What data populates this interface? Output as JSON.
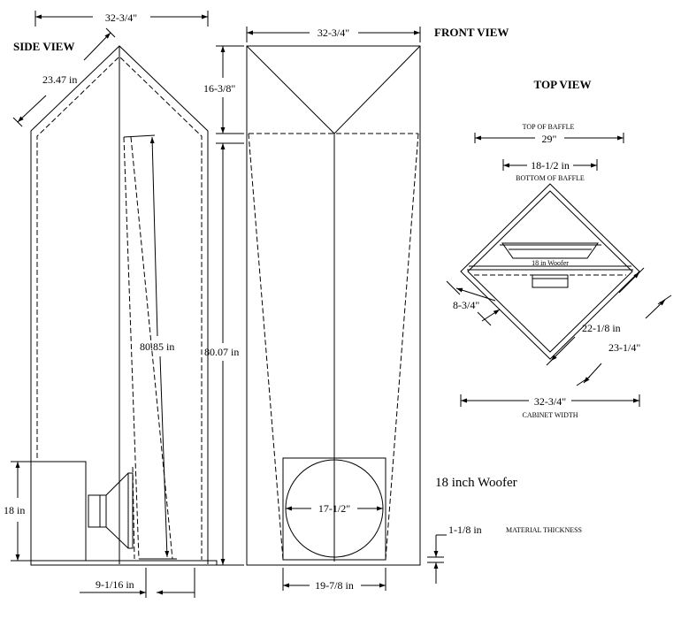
{
  "side_view": {
    "title": "SIDE VIEW",
    "dim_width": "32-3/4\"",
    "dim_slant": "23.47 in",
    "dim_diagonal": "80.85 in",
    "dim_woofer_box": "18 in",
    "dim_bottom": "9-1/16 in"
  },
  "front_view": {
    "title": "FRONT VIEW",
    "dim_width": "32-3/4\"",
    "dim_top_height": "16-3/8\"",
    "dim_height": "80.07 in",
    "dim_woofer": "17-1/2\"",
    "dim_bottom": "19-7/8 in"
  },
  "top_view": {
    "title": "TOP VIEW",
    "top_of_baffle_label": "TOP OF BAFFLE",
    "dim_top_baffle": "29\"",
    "dim_bottom_baffle": "18-1/2 in",
    "bottom_of_baffle_label": "BOTTOM OF BAFFLE",
    "woofer_label": "18 in Woofer",
    "dim_depth": "8-3/4\"",
    "dim_inner_side": "22-1/8 in",
    "dim_outer_side": "23-1/4\"",
    "dim_cabinet": "32-3/4\"",
    "cabinet_width_label": "CABINET WIDTH"
  },
  "notes": {
    "woofer_title": "18 inch Woofer",
    "material_dim": "1-1/8 in",
    "material_label": "MATERIAL THICKNESS"
  }
}
